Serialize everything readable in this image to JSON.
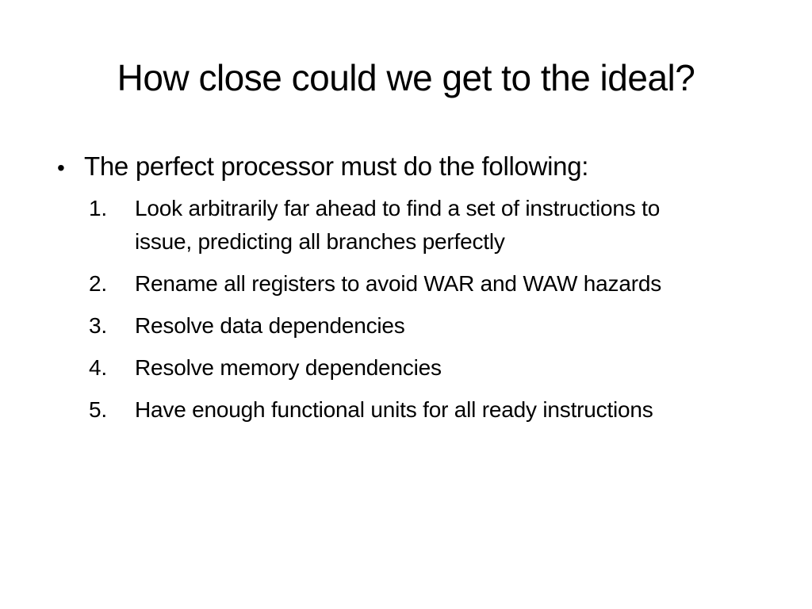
{
  "slide": {
    "title": "How close could we get to the ideal?",
    "bullet": {
      "mark": "•",
      "text": "The perfect processor must do the following:"
    },
    "items": [
      {
        "num": "1.",
        "text": "Look arbitrarily far ahead to find a set of instructions to issue, predicting all branches perfectly"
      },
      {
        "num": "2.",
        "text": "Rename all registers to avoid WAR and WAW hazards"
      },
      {
        "num": "3.",
        "text": "Resolve data dependencies"
      },
      {
        "num": "4.",
        "text": "Resolve memory dependencies"
      },
      {
        "num": "5.",
        "text": "Have enough functional units for all ready instructions"
      }
    ]
  }
}
